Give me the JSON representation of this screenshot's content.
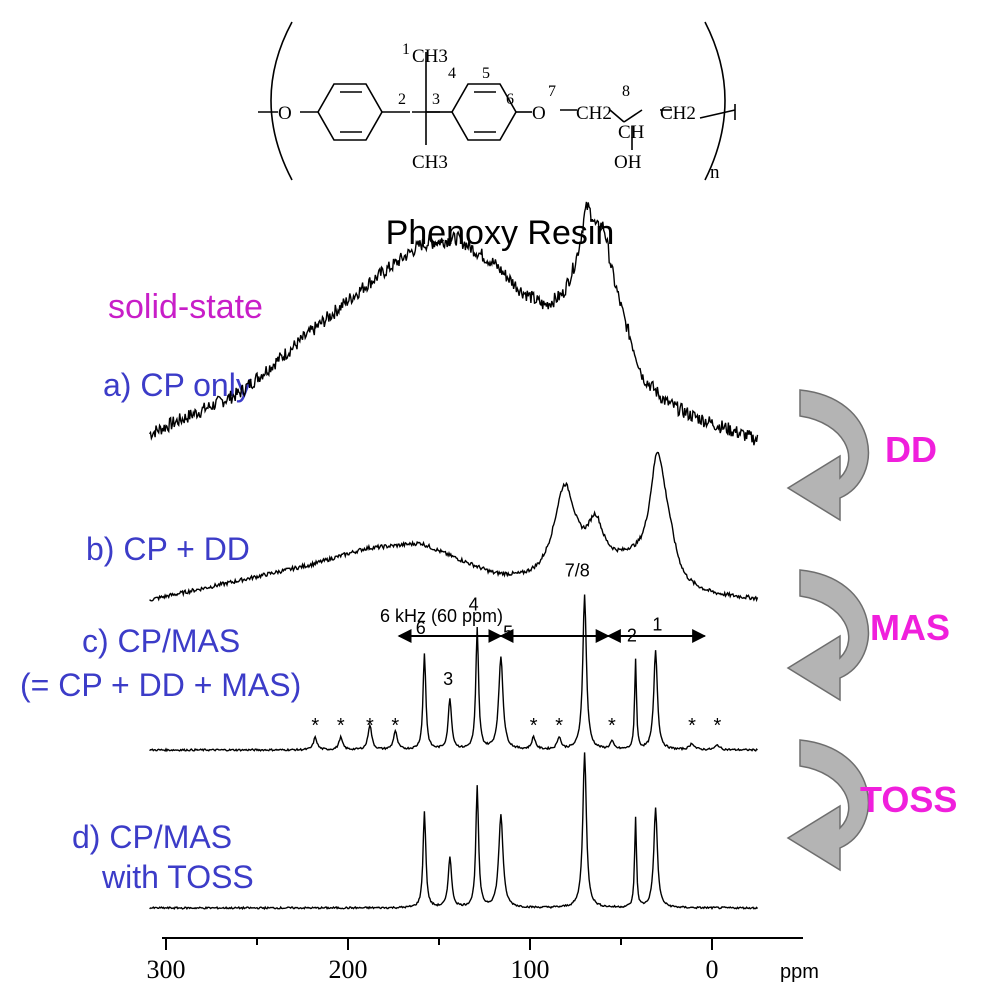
{
  "structure": {
    "name": "Phenoxy Resin",
    "atoms": {
      "o_left": "O",
      "ch3_top": "CH3",
      "ch3_bottom": "CH3",
      "o_right": "O",
      "ch2_a": "CH2",
      "ch": "CH",
      "ch2_b": "CH2",
      "oh": "OH",
      "repeat": "n"
    },
    "positions": [
      "1",
      "2",
      "3",
      "4",
      "5",
      "6",
      "7",
      "8"
    ]
  },
  "condition": "solid-state",
  "steps": [
    {
      "label": "DD",
      "color": "#f01fdc"
    },
    {
      "label": "MAS",
      "color": "#f01fdc"
    },
    {
      "label": "TOSS",
      "color": "#f01fdc"
    }
  ],
  "annotation": {
    "mas_rate": "6 kHz (60 ppm)",
    "sideband_marker": "*"
  },
  "colors": {
    "title_magenta": "#c81ec8",
    "label_blue": "#3c3cc8",
    "arrow_gray": "#b4b4b4"
  },
  "chart_data": {
    "type": "line",
    "xlabel": "ppm",
    "xlim": [
      300,
      0
    ],
    "x_reversed": true,
    "xticks": [
      300,
      200,
      100,
      0
    ],
    "tick_labels": [
      "300",
      "200",
      "100",
      "0"
    ],
    "spectra": [
      {
        "id": "a",
        "label": "a) CP only",
        "baseline_points": [
          [
            309,
            0.02
          ],
          [
            260,
            0.15
          ],
          [
            220,
            0.35
          ],
          [
            190,
            0.5
          ],
          [
            160,
            0.63
          ],
          [
            140,
            0.65
          ],
          [
            120,
            0.57
          ],
          [
            105,
            0.48
          ],
          [
            92,
            0.43
          ],
          [
            82,
            0.46
          ],
          [
            74,
            0.55
          ],
          [
            66,
            0.63
          ],
          [
            58,
            0.58
          ],
          [
            48,
            0.38
          ],
          [
            38,
            0.2
          ],
          [
            25,
            0.12
          ],
          [
            12,
            0.08
          ],
          [
            -25,
            0.0
          ]
        ],
        "peaks": [
          [
            69,
            0.14,
            3.5
          ],
          [
            60,
            0.08,
            3
          ]
        ]
      },
      {
        "id": "b",
        "label": "b) CP + DD",
        "baseline_points": [
          [
            309,
            0.0
          ],
          [
            260,
            0.12
          ],
          [
            220,
            0.22
          ],
          [
            190,
            0.32
          ],
          [
            160,
            0.35
          ],
          [
            140,
            0.25
          ],
          [
            120,
            0.15
          ],
          [
            105,
            0.12
          ],
          [
            95,
            0.12
          ],
          [
            80,
            0.18
          ],
          [
            60,
            0.2
          ],
          [
            45,
            0.22
          ],
          [
            30,
            0.16
          ],
          [
            15,
            0.05
          ],
          [
            0,
            0.02
          ],
          [
            -25,
            0.0
          ]
        ],
        "peaks": [
          [
            81,
            0.52,
            7
          ],
          [
            64,
            0.25,
            5
          ],
          [
            30,
            0.68,
            5
          ],
          [
            24,
            0.18,
            5
          ]
        ]
      },
      {
        "id": "c",
        "label": "c) CP/MAS (= CP + DD + MAS)",
        "baseline_points": [
          [
            309,
            0
          ],
          [
            -25,
            0
          ]
        ],
        "peaks": [
          [
            158,
            0.62,
            0.9
          ],
          [
            144,
            0.33,
            1.1
          ],
          [
            129,
            0.78,
            0.9
          ],
          [
            116,
            0.6,
            1.4
          ],
          [
            70,
            1.0,
            1.2
          ],
          [
            42,
            0.58,
            0.6
          ],
          [
            31,
            0.64,
            1.2
          ],
          [
            218,
            0.08,
            1.2
          ],
          [
            204,
            0.08,
            1.2
          ],
          [
            188,
            0.16,
            1.2
          ],
          [
            174,
            0.12,
            1.2
          ],
          [
            98,
            0.08,
            1.2
          ],
          [
            84,
            0.08,
            1.2
          ],
          [
            55,
            0.05,
            1.2
          ],
          [
            11,
            0.04,
            1.5
          ],
          [
            -3,
            0.03,
            1.5
          ]
        ],
        "peak_labels": [
          {
            "text": "6",
            "ppm": 160,
            "y": 0.75
          },
          {
            "text": "3",
            "ppm": 145,
            "y": 0.42
          },
          {
            "text": "4",
            "ppm": 131,
            "y": 0.9
          },
          {
            "text": "5",
            "ppm": 112,
            "y": 0.72
          },
          {
            "text": "7/8",
            "ppm": 74,
            "y": 1.12
          },
          {
            "text": "2",
            "ppm": 44,
            "y": 0.7
          },
          {
            "text": "1",
            "ppm": 30,
            "y": 0.77
          }
        ],
        "sidebands_ppm": [
          218,
          204,
          188,
          174,
          98,
          84,
          55,
          11,
          -3
        ]
      },
      {
        "id": "d",
        "label": "d) CP/MAS with TOSS",
        "baseline_points": [
          [
            309,
            0
          ],
          [
            -25,
            0
          ]
        ],
        "peaks": [
          [
            158,
            0.62,
            0.9
          ],
          [
            144,
            0.33,
            1.1
          ],
          [
            129,
            0.78,
            0.9
          ],
          [
            116,
            0.6,
            1.4
          ],
          [
            70,
            1.0,
            1.2
          ],
          [
            42,
            0.58,
            0.6
          ],
          [
            31,
            0.64,
            1.2
          ]
        ]
      }
    ],
    "rate_arrows": [
      [
        172,
        116
      ],
      [
        116,
        57
      ],
      [
        57,
        4
      ]
    ]
  }
}
